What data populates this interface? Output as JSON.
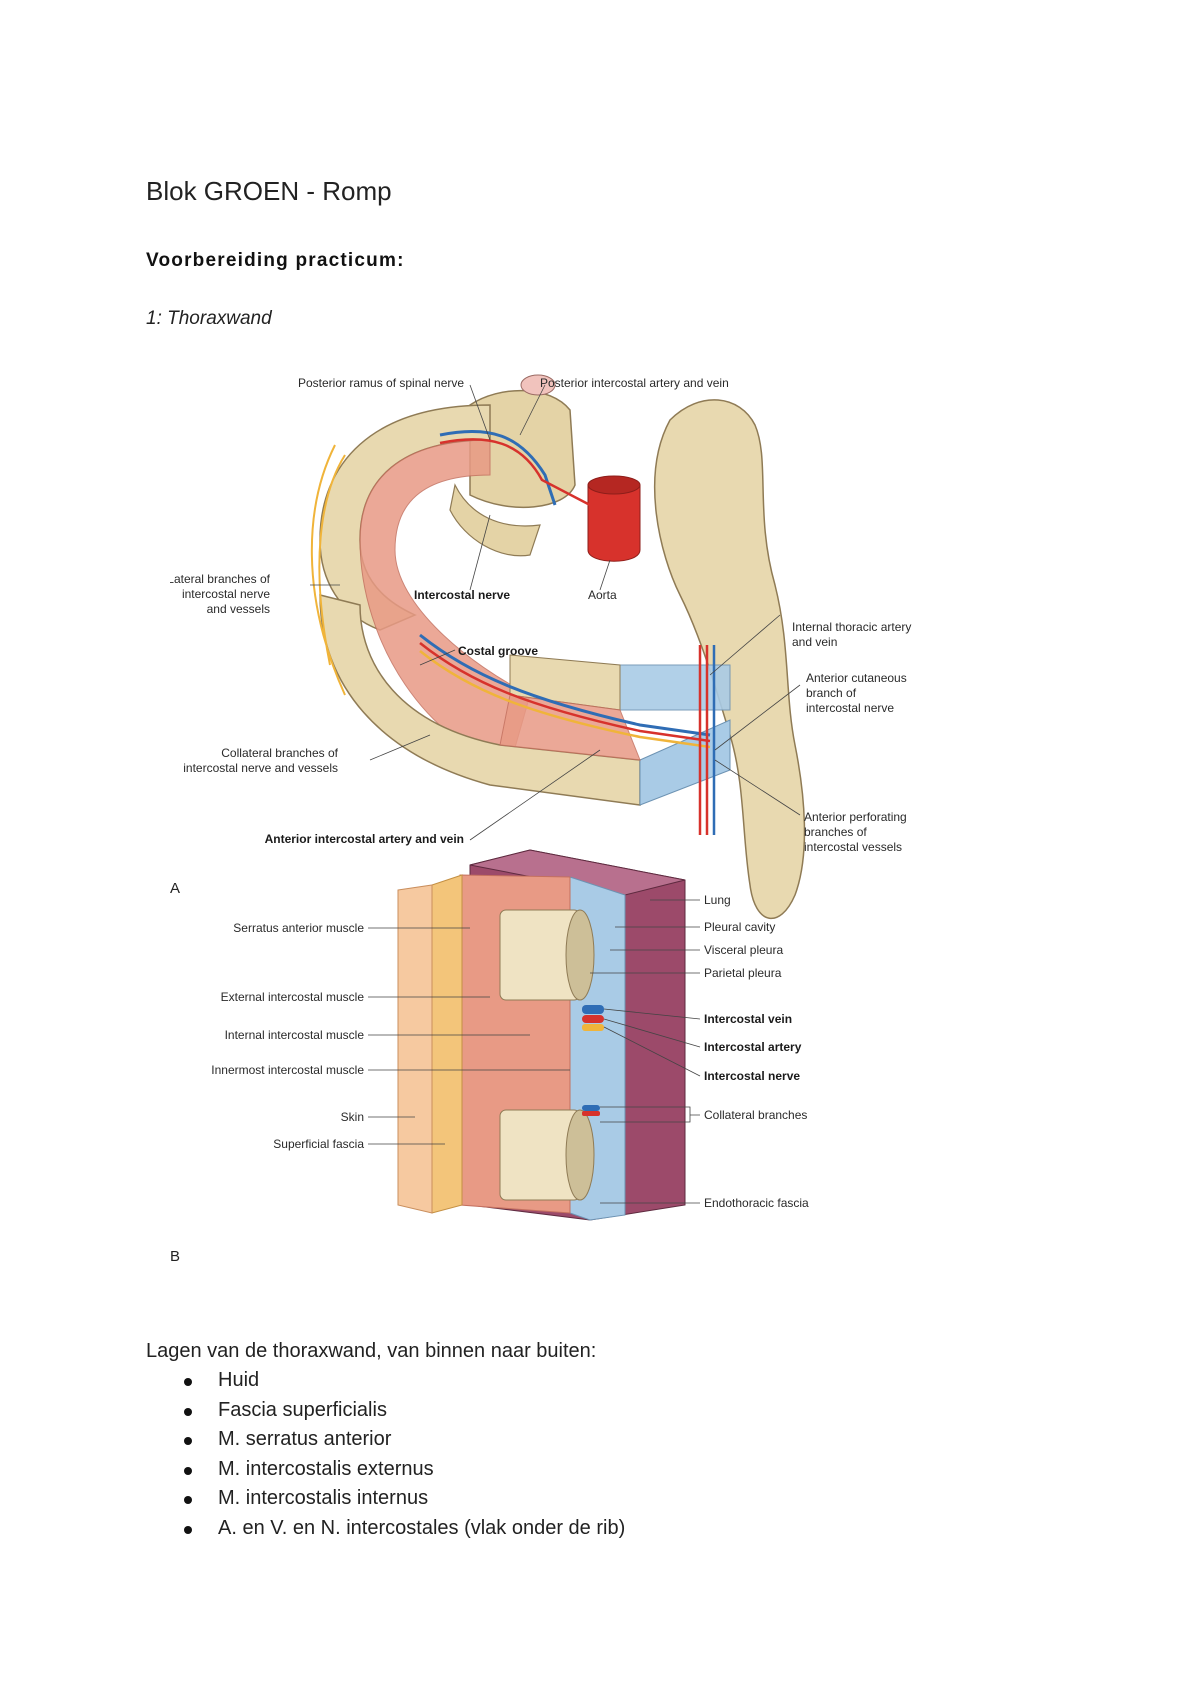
{
  "document": {
    "title": "Blok GROEN - Romp",
    "subheading": "Voorbereiding practicum:",
    "section": "1: Thoraxwand"
  },
  "figure": {
    "panel_a": {
      "letter": "A",
      "labels": {
        "posterior_ramus": "Posterior ramus of spinal nerve",
        "posterior_intercostal": "Posterior intercostal artery and vein",
        "lateral_branches": [
          "Lateral branches of",
          "intercostal nerve",
          "and vessels"
        ],
        "intercostal_nerve": "Intercostal nerve",
        "aorta": "Aorta",
        "costal_groove": "Costal groove",
        "internal_thoracic": [
          "Internal thoracic artery",
          "and vein"
        ],
        "anterior_cutaneous": [
          "Anterior cutaneous",
          "branch of",
          "intercostal nerve"
        ],
        "collateral_branches": [
          "Collateral branches of",
          "intercostal nerve and vessels"
        ],
        "anterior_perforating": [
          "Anterior perforating",
          "branches of",
          "intercostal vessels"
        ],
        "anterior_intercostal": "Anterior intercostal artery and vein"
      }
    },
    "panel_b": {
      "letter": "B",
      "labels": {
        "serratus": "Serratus anterior muscle",
        "external": "External intercostal muscle",
        "internal": "Internal intercostal muscle",
        "innermost": "Innermost intercostal muscle",
        "skin": "Skin",
        "superficial_fascia": "Superficial fascia",
        "lung": "Lung",
        "pleural_cavity": "Pleural cavity",
        "visceral_pleura": "Visceral pleura",
        "parietal_pleura": "Parietal pleura",
        "intercostal_vein": "Intercostal vein",
        "intercostal_artery": "Intercostal artery",
        "intercostal_nerve": "Intercostal nerve",
        "collateral_branches": "Collateral branches",
        "endothoracic_fascia": "Endothoracic fascia"
      }
    },
    "colors": {
      "bone": "#e8d9b0",
      "muscle": "#e89a85",
      "artery": "#d7322c",
      "vein": "#2f6db5",
      "nerve": "#f0b43a",
      "lung": "#9c4a6a",
      "pleura": "#a9cbe6"
    }
  },
  "layers": {
    "intro": "Lagen van de thoraxwand, van binnen naar buiten:",
    "items": [
      "Huid",
      "Fascia superficialis",
      "M. serratus anterior",
      "M. intercostalis externus",
      "M. intercostalis internus",
      "A. en V. en N. intercostales (vlak onder de rib)"
    ]
  }
}
